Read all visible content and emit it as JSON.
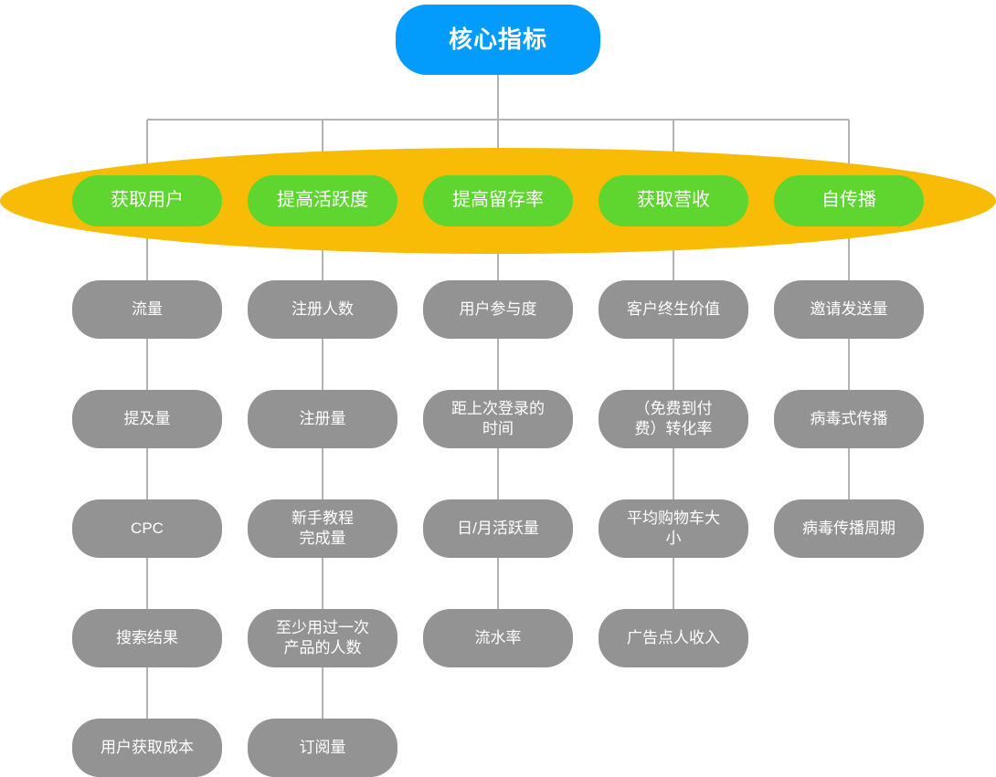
{
  "diagram": {
    "title": "核心指标",
    "colors": {
      "root": "#039bfc",
      "band": "#f8bc06",
      "stage": "#5fd62f",
      "metric": "#939393",
      "connector": "#b3b3b3",
      "background": "#ffffff",
      "text": "#ffffff"
    },
    "root": {
      "label": "核心指标"
    },
    "band": {
      "name": "aarrr-band"
    },
    "columns": [
      {
        "stage": "获取用户",
        "metrics": [
          "流量",
          "提及量",
          "CPC",
          "搜索结果",
          "用户获取成本"
        ]
      },
      {
        "stage": "提高活跃度",
        "metrics": [
          "注册人数",
          "注册量",
          "新手教程\n完成量",
          "至少用过一次\n产品的人数",
          "订阅量"
        ]
      },
      {
        "stage": "提高留存率",
        "metrics": [
          "用户参与度",
          "距上次登录的\n时间",
          "日/月活跃量",
          "流水率"
        ]
      },
      {
        "stage": "获取营收",
        "metrics": [
          "客户终生价值",
          "（免费到付\n费）转化率",
          "平均购物车大\n小",
          "广告点人收入"
        ]
      },
      {
        "stage": "自传播",
        "metrics": [
          "邀请发送量",
          "病毒式传播",
          "病毒传播周期"
        ]
      }
    ]
  }
}
